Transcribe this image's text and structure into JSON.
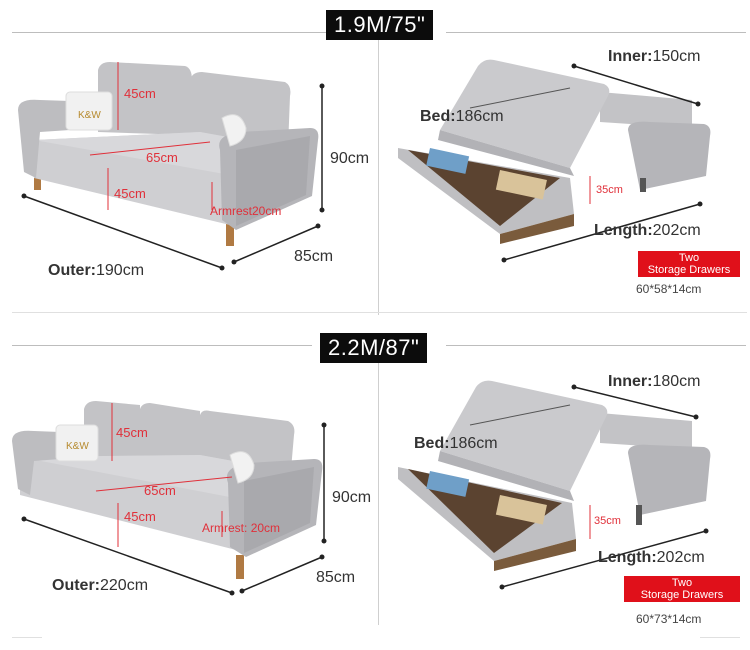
{
  "top": {
    "badge": "1.9M/75\"",
    "sofa": {
      "backrest_height": "45cm",
      "seat_depth": "65cm",
      "seat_height": "45cm",
      "armrest_label": "Armrest",
      "armrest_value": "20cm",
      "total_height": "90cm",
      "depth": "85cm",
      "outer_label": "Outer:",
      "outer_value": "190cm"
    },
    "bed": {
      "inner_label": "Inner:",
      "inner_value": "150cm",
      "bed_label": "Bed:",
      "bed_value": "186cm",
      "drawer_height": "35cm",
      "length_label": "Length:",
      "length_value": "202cm",
      "drawers_line1": "Two",
      "drawers_line2": "Storage Drawers",
      "drawer_size": "60*58*14cm"
    }
  },
  "bottom": {
    "badge": "2.2M/87\"",
    "sofa": {
      "backrest_height": "45cm",
      "seat_depth": "65cm",
      "seat_height": "45cm",
      "armrest_label": "Armrest:",
      "armrest_value": "20cm",
      "total_height": "90cm",
      "depth": "85cm",
      "outer_label": "Outer:",
      "outer_value": "220cm"
    },
    "bed": {
      "inner_label": "Inner:",
      "inner_value": "180cm",
      "bed_label": "Bed:",
      "bed_value": "186cm",
      "drawer_height": "35cm",
      "length_label": "Length:",
      "length_value": "202cm",
      "drawers_line1": "Two",
      "drawers_line2": "Storage Drawers",
      "drawer_size": "60*73*14cm"
    }
  },
  "colors": {
    "sofa_fill": "#c9c9cb",
    "sofa_shadow": "#a9a9ad",
    "accent_red": "#e0101a",
    "badge_bg": "#0c0c0c"
  }
}
